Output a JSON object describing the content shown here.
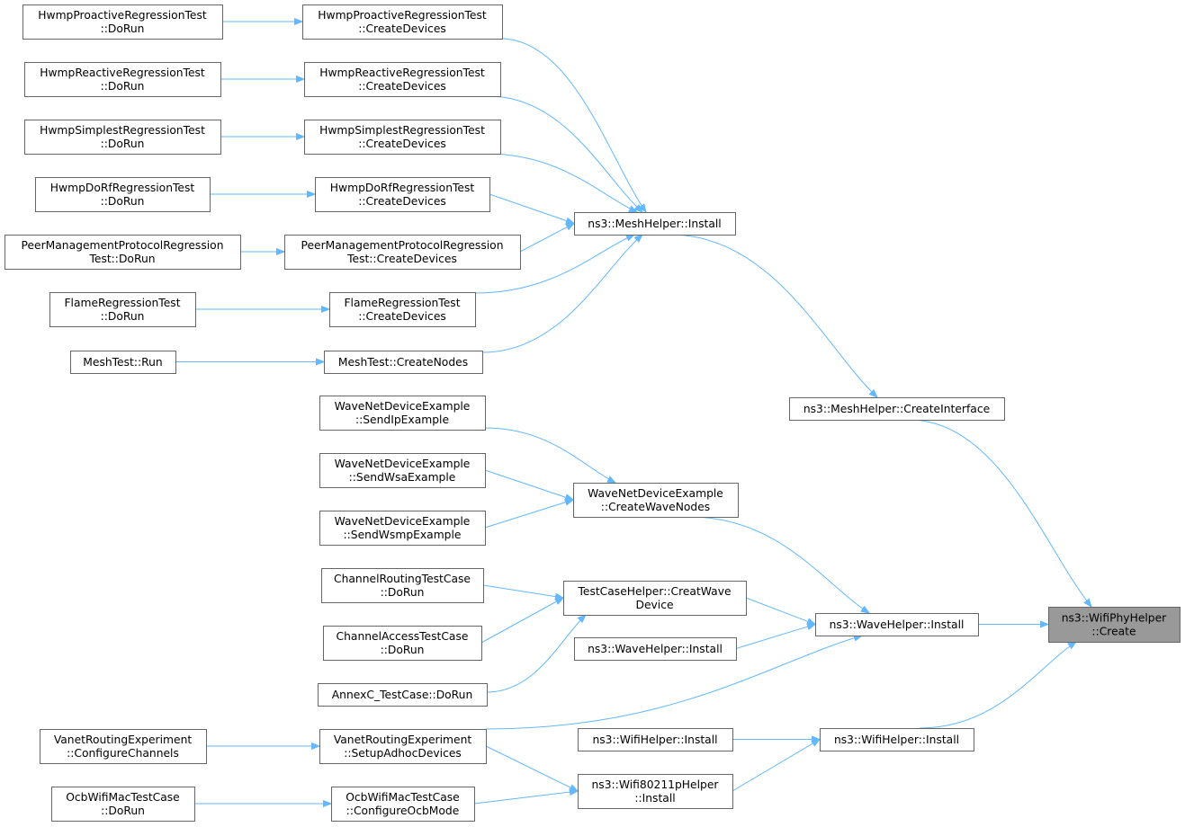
{
  "graph": {
    "type": "call-graph",
    "edge_color": "#63b8ff",
    "node_border_color": "#666666",
    "highlight_fill": "#999999",
    "nodes": [
      {
        "id": "hwmp-proactive-dorun",
        "lines": [
          "HwmpProactiveRegressionTest",
          "::DoRun"
        ]
      },
      {
        "id": "hwmp-proactive-createdevices",
        "lines": [
          "HwmpProactiveRegressionTest",
          "::CreateDevices"
        ]
      },
      {
        "id": "hwmp-reactive-dorun",
        "lines": [
          "HwmpReactiveRegressionTest",
          "::DoRun"
        ]
      },
      {
        "id": "hwmp-reactive-createdevices",
        "lines": [
          "HwmpReactiveRegressionTest",
          "::CreateDevices"
        ]
      },
      {
        "id": "hwmp-simplest-dorun",
        "lines": [
          "HwmpSimplestRegressionTest",
          "::DoRun"
        ]
      },
      {
        "id": "hwmp-simplest-createdevices",
        "lines": [
          "HwmpSimplestRegressionTest",
          "::CreateDevices"
        ]
      },
      {
        "id": "hwmp-dorf-dorun",
        "lines": [
          "HwmpDoRfRegressionTest",
          "::DoRun"
        ]
      },
      {
        "id": "hwmp-dorf-createdevices",
        "lines": [
          "HwmpDoRfRegressionTest",
          "::CreateDevices"
        ]
      },
      {
        "id": "peer-mgmt-dorun",
        "lines": [
          "PeerManagementProtocolRegression",
          "Test::DoRun"
        ]
      },
      {
        "id": "peer-mgmt-createdevices",
        "lines": [
          "PeerManagementProtocolRegression",
          "Test::CreateDevices"
        ]
      },
      {
        "id": "flame-dorun",
        "lines": [
          "FlameRegressionTest",
          "::DoRun"
        ]
      },
      {
        "id": "flame-createdevices",
        "lines": [
          "FlameRegressionTest",
          "::CreateDevices"
        ]
      },
      {
        "id": "meshtest-run",
        "lines": [
          "MeshTest::Run"
        ]
      },
      {
        "id": "meshtest-createnodes",
        "lines": [
          "MeshTest::CreateNodes"
        ]
      },
      {
        "id": "meshhelper-install",
        "lines": [
          "ns3::MeshHelper::Install"
        ]
      },
      {
        "id": "meshhelper-createinterface",
        "lines": [
          "ns3::MeshHelper::CreateInterface"
        ]
      },
      {
        "id": "wave-sendip",
        "lines": [
          "WaveNetDeviceExample",
          "::SendIpExample"
        ]
      },
      {
        "id": "wave-sendwsa",
        "lines": [
          "WaveNetDeviceExample",
          "::SendWsaExample"
        ]
      },
      {
        "id": "wave-sendwsmp",
        "lines": [
          "WaveNetDeviceExample",
          "::SendWsmpExample"
        ]
      },
      {
        "id": "wave-createwavenodes",
        "lines": [
          "WaveNetDeviceExample",
          "::CreateWaveNodes"
        ]
      },
      {
        "id": "channel-routing-dorun",
        "lines": [
          "ChannelRoutingTestCase",
          "::DoRun"
        ]
      },
      {
        "id": "channel-access-dorun",
        "lines": [
          "ChannelAccessTestCase",
          "::DoRun"
        ]
      },
      {
        "id": "annexc-dorun",
        "lines": [
          "AnnexC_TestCase::DoRun"
        ]
      },
      {
        "id": "testcasehelper-creatwavedevice",
        "lines": [
          "TestCaseHelper::CreatWave",
          "Device"
        ]
      },
      {
        "id": "wavehelper-install-2",
        "lines": [
          "ns3::WaveHelper::Install"
        ]
      },
      {
        "id": "wavehelper-install",
        "lines": [
          "ns3::WaveHelper::Install"
        ]
      },
      {
        "id": "vanet-configurechannels",
        "lines": [
          "VanetRoutingExperiment",
          "::ConfigureChannels"
        ]
      },
      {
        "id": "vanet-setupadhocdevices",
        "lines": [
          "VanetRoutingExperiment",
          "::SetupAdhocDevices"
        ]
      },
      {
        "id": "wifihelper-install-2",
        "lines": [
          "ns3::WifiHelper::Install"
        ]
      },
      {
        "id": "wifihelper-install",
        "lines": [
          "ns3::WifiHelper::Install"
        ]
      },
      {
        "id": "ocb-dorun",
        "lines": [
          "OcbWifiMacTestCase",
          "::DoRun"
        ]
      },
      {
        "id": "ocb-configureocbmode",
        "lines": [
          "OcbWifiMacTestCase",
          "::ConfigureOcbMode"
        ]
      },
      {
        "id": "wifi80211p-install",
        "lines": [
          "ns3::Wifi80211pHelper",
          "::Install"
        ]
      },
      {
        "id": "wifiphyhelper-create",
        "lines": [
          "ns3::WifiPhyHelper",
          "::Create"
        ],
        "highlight": true
      }
    ],
    "edges": [
      [
        "hwmp-proactive-dorun",
        "hwmp-proactive-createdevices"
      ],
      [
        "hwmp-reactive-dorun",
        "hwmp-reactive-createdevices"
      ],
      [
        "hwmp-simplest-dorun",
        "hwmp-simplest-createdevices"
      ],
      [
        "hwmp-dorf-dorun",
        "hwmp-dorf-createdevices"
      ],
      [
        "peer-mgmt-dorun",
        "peer-mgmt-createdevices"
      ],
      [
        "flame-dorun",
        "flame-createdevices"
      ],
      [
        "meshtest-run",
        "meshtest-createnodes"
      ],
      [
        "hwmp-proactive-createdevices",
        "meshhelper-install"
      ],
      [
        "hwmp-reactive-createdevices",
        "meshhelper-install"
      ],
      [
        "hwmp-simplest-createdevices",
        "meshhelper-install"
      ],
      [
        "hwmp-dorf-createdevices",
        "meshhelper-install"
      ],
      [
        "peer-mgmt-createdevices",
        "meshhelper-install"
      ],
      [
        "flame-createdevices",
        "meshhelper-install"
      ],
      [
        "meshtest-createnodes",
        "meshhelper-install"
      ],
      [
        "meshhelper-install",
        "meshhelper-createinterface"
      ],
      [
        "meshhelper-createinterface",
        "wifiphyhelper-create"
      ],
      [
        "wave-sendip",
        "wave-createwavenodes"
      ],
      [
        "wave-sendwsa",
        "wave-createwavenodes"
      ],
      [
        "wave-sendwsmp",
        "wave-createwavenodes"
      ],
      [
        "wave-createwavenodes",
        "wavehelper-install"
      ],
      [
        "channel-routing-dorun",
        "testcasehelper-creatwavedevice"
      ],
      [
        "channel-access-dorun",
        "testcasehelper-creatwavedevice"
      ],
      [
        "annexc-dorun",
        "testcasehelper-creatwavedevice"
      ],
      [
        "testcasehelper-creatwavedevice",
        "wavehelper-install"
      ],
      [
        "wavehelper-install-2",
        "wavehelper-install"
      ],
      [
        "vanet-setupadhocdevices",
        "wavehelper-install"
      ],
      [
        "wavehelper-install",
        "wifiphyhelper-create"
      ],
      [
        "vanet-configurechannels",
        "vanet-setupadhocdevices"
      ],
      [
        "vanet-setupadhocdevices",
        "wifi80211p-install"
      ],
      [
        "ocb-dorun",
        "ocb-configureocbmode"
      ],
      [
        "ocb-configureocbmode",
        "wifi80211p-install"
      ],
      [
        "wifihelper-install-2",
        "wifihelper-install"
      ],
      [
        "wifi80211p-install",
        "wifihelper-install"
      ],
      [
        "wifihelper-install",
        "wifiphyhelper-create"
      ]
    ]
  }
}
